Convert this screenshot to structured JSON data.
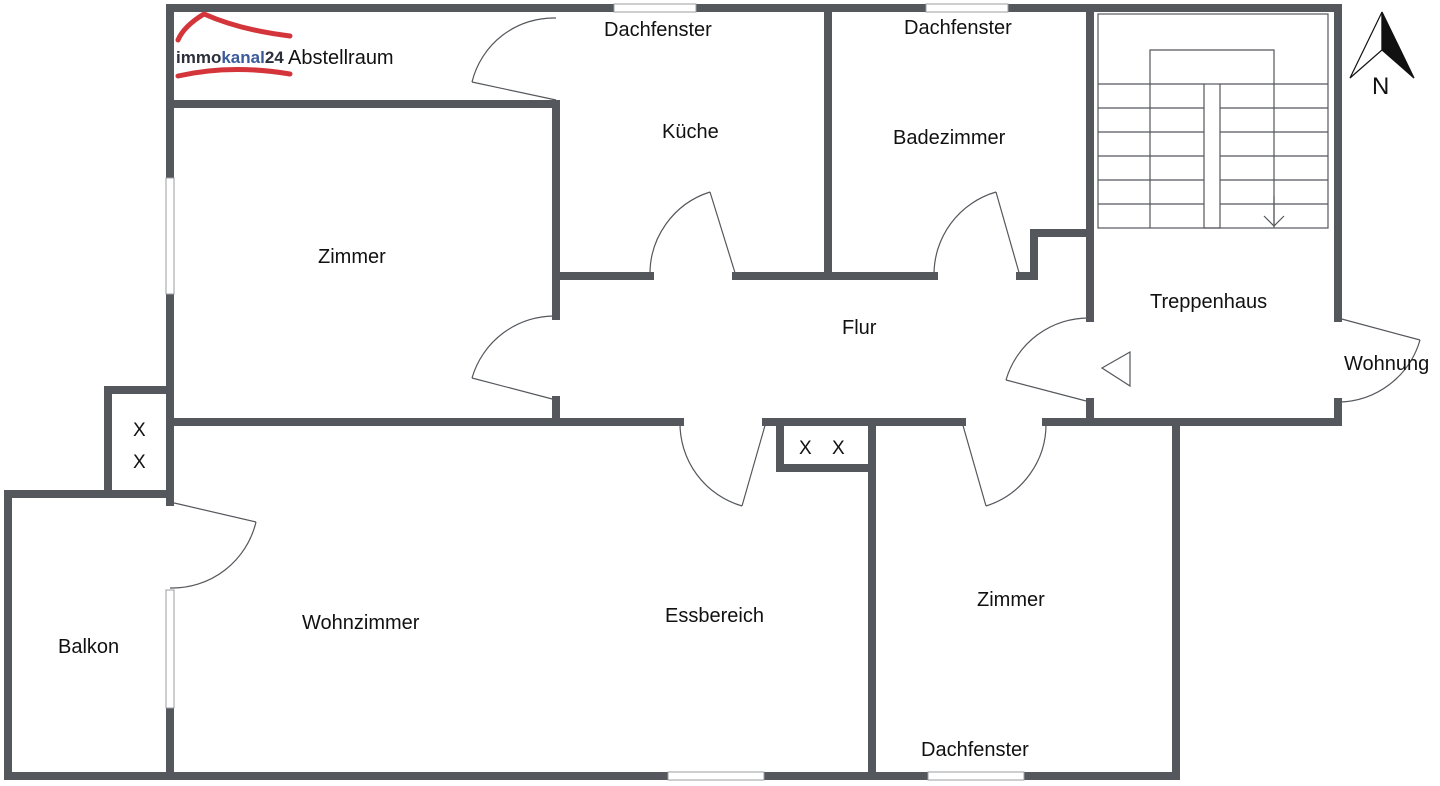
{
  "logo": {
    "part1": "immo",
    "part2": "kanal",
    "part3": "24",
    "color_red": "#d3353b",
    "color_blue": "#3b5a9a"
  },
  "compass": {
    "label": "N"
  },
  "rooms": {
    "abstellraum": "Abstellraum",
    "kueche": "Küche",
    "badezimmer": "Badezimmer",
    "treppenhaus": "Treppenhaus",
    "zimmer_west": "Zimmer",
    "flur": "Flur",
    "wohnung": "Wohnung",
    "wohnzimmer": "Wohnzimmer",
    "essbereich": "Essbereich",
    "zimmer_sued": "Zimmer",
    "balkon": "Balkon"
  },
  "windows": {
    "dachfenster_kueche": "Dachfenster",
    "dachfenster_bad": "Dachfenster",
    "dachfenster_zimmer": "Dachfenster"
  },
  "shafts": {
    "shaft_west_1": "X",
    "shaft_west_2": "X",
    "shaft_center_1": "X",
    "shaft_center_2": "X"
  },
  "colors": {
    "wall": "#54575c",
    "background": "#ffffff"
  }
}
